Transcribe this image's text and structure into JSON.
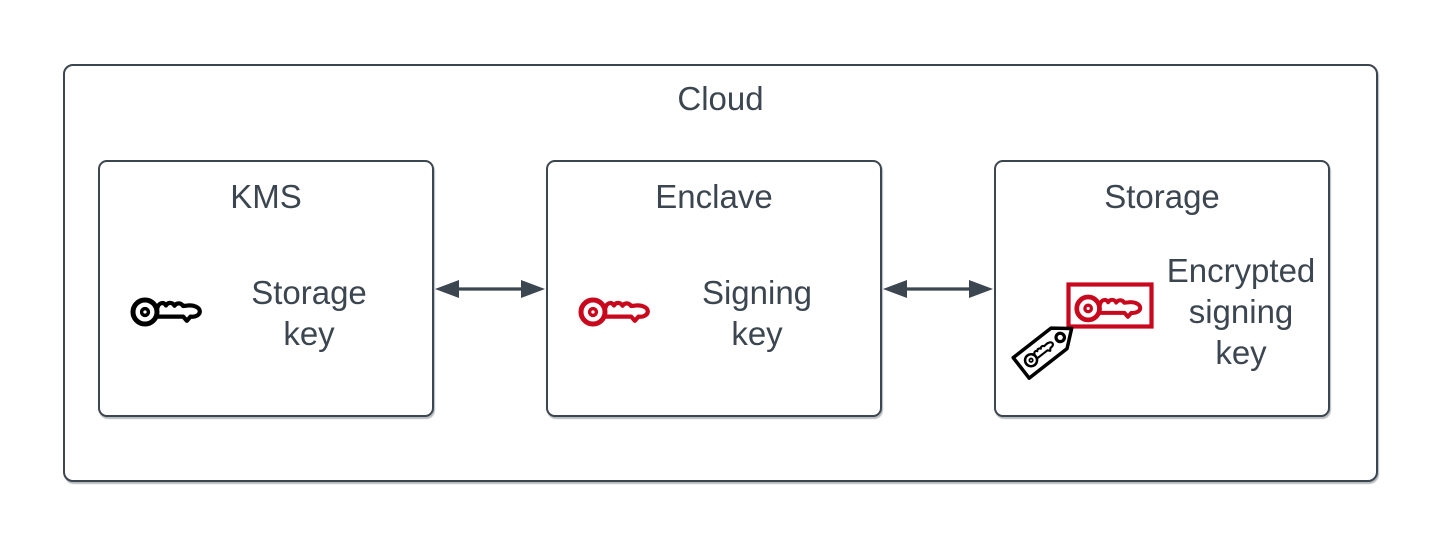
{
  "colors": {
    "stroke": "#3C4650",
    "text": "#3C4650",
    "red": "#C8081D",
    "black": "#000000",
    "background": "#FFFFFF"
  },
  "diagram": {
    "container": {
      "title": "Cloud"
    },
    "nodes": [
      {
        "id": "kms",
        "title": "KMS",
        "icon": "key-icon",
        "icon_color": "#000000",
        "label": "Storage key",
        "label_lines": [
          "Storage",
          "key"
        ]
      },
      {
        "id": "enclave",
        "title": "Enclave",
        "icon": "key-icon",
        "icon_color": "#C8081D",
        "label": "Signing key",
        "label_lines": [
          "Signing",
          "key"
        ]
      },
      {
        "id": "storage",
        "title": "Storage",
        "icon": "encrypted-signing-key-icon",
        "icon_components": [
          "boxed-key-icon",
          "key-tag-icon"
        ],
        "label": "Encrypted signing key",
        "label_lines": [
          "Encrypted",
          "signing",
          "key"
        ]
      }
    ],
    "connections": [
      {
        "from": "kms",
        "to": "enclave",
        "type": "bidirectional-arrow"
      },
      {
        "from": "enclave",
        "to": "storage",
        "type": "bidirectional-arrow"
      }
    ]
  }
}
